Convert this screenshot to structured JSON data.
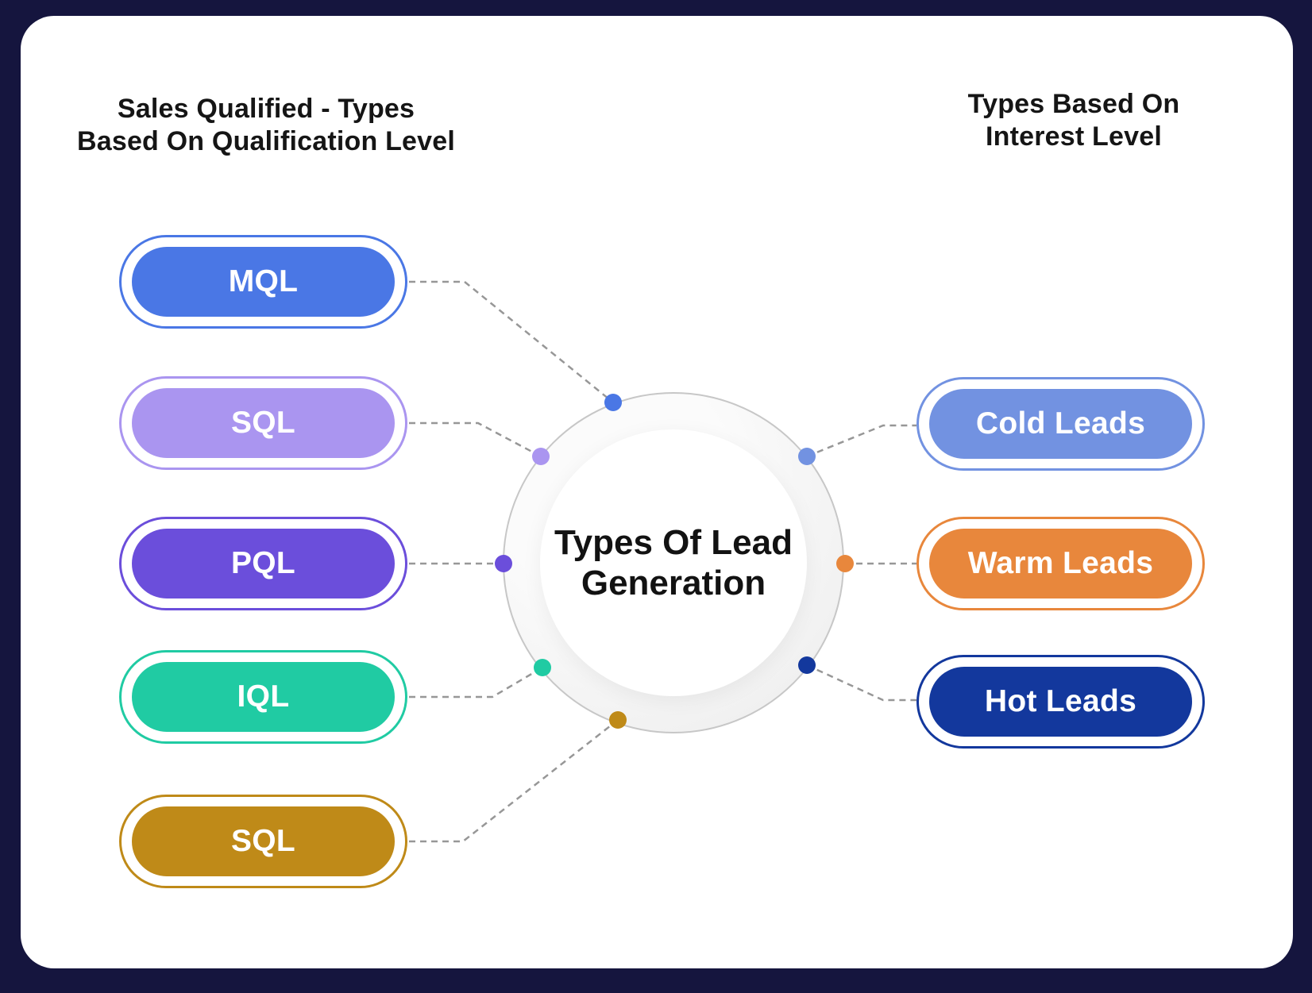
{
  "page": {
    "frame_color": "#15153e",
    "card_color": "#ffffff",
    "connector_color": "#979797"
  },
  "center": {
    "title_line1": "Types Of Lead",
    "title_line2": "Generation"
  },
  "left_group": {
    "title_line1": "Sales Qualified - Types",
    "title_line2": "Based On Qualification Level",
    "items": [
      {
        "label": "MQL",
        "color": "#4a77e5"
      },
      {
        "label": "SQL",
        "color": "#aa95f0"
      },
      {
        "label": "PQL",
        "color": "#6b4edb"
      },
      {
        "label": "IQL",
        "color": "#20cba3"
      },
      {
        "label": "SQL",
        "color": "#bf8a18"
      }
    ]
  },
  "right_group": {
    "title_line1": "Types Based On",
    "title_line2": "Interest Level",
    "items": [
      {
        "label": "Cold Leads",
        "color": "#7292e1"
      },
      {
        "label": "Warm Leads",
        "color": "#e8873c"
      },
      {
        "label": "Hot Leads",
        "color": "#13389d"
      }
    ]
  }
}
